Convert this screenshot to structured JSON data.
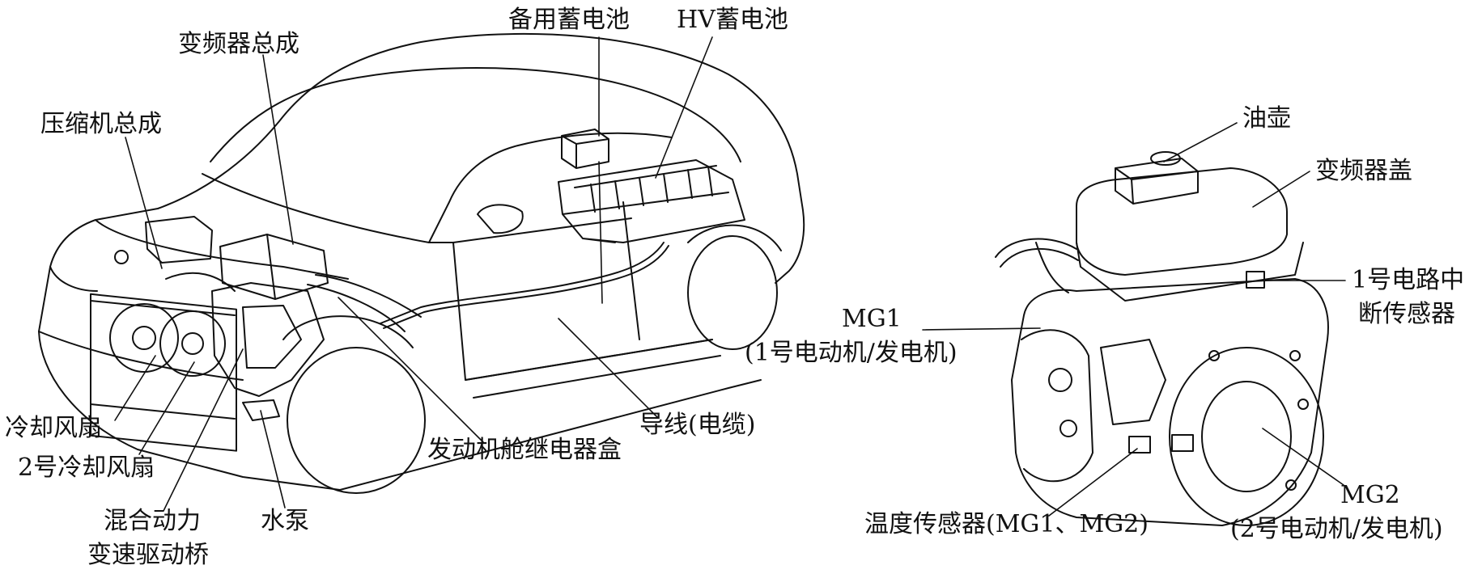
{
  "colors": {
    "line": "#111111",
    "background": "#ffffff"
  },
  "car_labels": {
    "inverter_assembly": "变频器总成",
    "backup_battery": "备用蓄电池",
    "hv_battery": "HV蓄电池",
    "compressor_assembly": "压缩机总成",
    "cooling_fan": "冷却风扇",
    "cooling_fan_2": "2号冷却风扇",
    "transaxle_line1": "混合动力",
    "transaxle_line2": "变速驱动桥",
    "water_pump": "水泵",
    "engine_relay_box": "发动机舱继电器盒",
    "wire_cable": "导线(电缆)"
  },
  "unit_labels": {
    "oil_reservoir": "油壶",
    "inverter_cover": "变频器盖",
    "breaker_sensor_line1": "1号电路中",
    "breaker_sensor_line2": "断传感器",
    "mg1_line1": "MG1",
    "mg1_line2": "(1号电动机/发电机)",
    "temp_sensor": "温度传感器(MG1、MG2)",
    "mg2_line1": "MG2",
    "mg2_line2": "(2号电动机/发电机)"
  }
}
